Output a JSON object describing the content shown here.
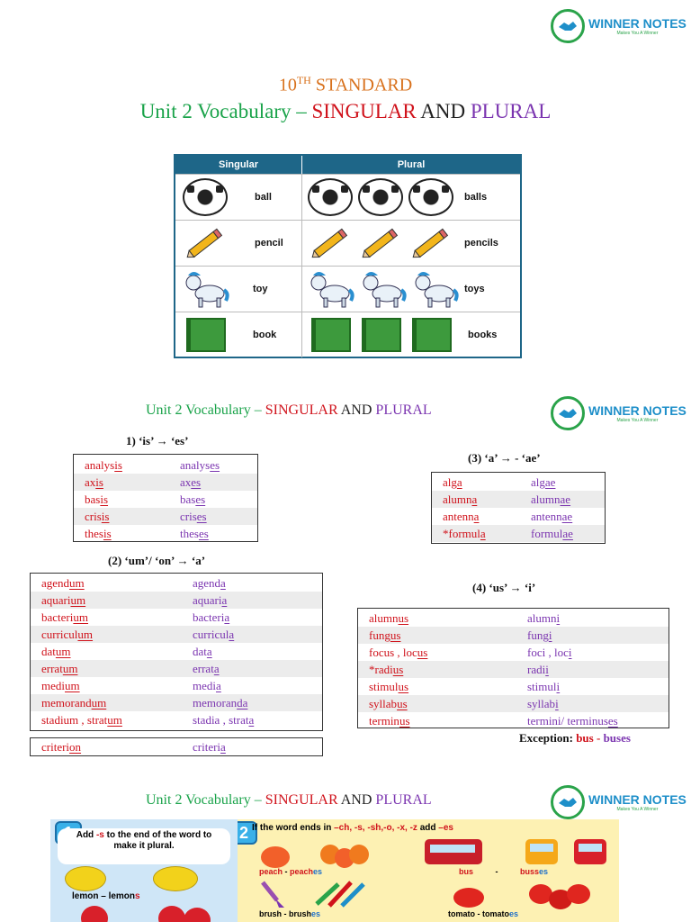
{
  "logo": {
    "title": "WINNER NOTES",
    "tagline": "Makes You A Winner"
  },
  "header": {
    "standard_num": "10",
    "standard_sup": "TH",
    "standard_rest": " STANDARD",
    "unit": "Unit 2  Vocabulary –",
    "singular": "SINGULAR",
    "and": "AND",
    "plural": "PLURAL"
  },
  "picture_table": {
    "col_singular": "Singular",
    "col_plural": "Plural",
    "rows": [
      {
        "icon": "ball-icon",
        "singular": "ball",
        "plural": "balls"
      },
      {
        "icon": "pencil-icon",
        "singular": "pencil",
        "plural": "pencils"
      },
      {
        "icon": "unicorn-toy-icon",
        "singular": "toy",
        "plural": "toys"
      },
      {
        "icon": "book-icon",
        "singular": "book",
        "plural": "books"
      }
    ]
  },
  "section2_header": {
    "unit": "Unit 2  Vocabulary –",
    "singular": "SINGULAR",
    "and": "AND",
    "plural": "PLURAL"
  },
  "rule1": {
    "title": "1)  ‘is’ → ‘es’",
    "rows": [
      {
        "s": [
          "analys",
          "is"
        ],
        "p": [
          "analys",
          "es"
        ]
      },
      {
        "s": [
          "ax",
          "is"
        ],
        "p": [
          "ax",
          "es"
        ]
      },
      {
        "s": [
          "bas",
          "is"
        ],
        "p": [
          "bas",
          "es"
        ]
      },
      {
        "s": [
          "cris",
          "is"
        ],
        "p": [
          "cris",
          "es"
        ]
      },
      {
        "s": [
          "thes",
          "is"
        ],
        "p": [
          "thes",
          "es"
        ]
      }
    ]
  },
  "rule3": {
    "title": "(3)  ‘a’ → - ‘ae’",
    "rows": [
      {
        "s": [
          "alg",
          "a"
        ],
        "p": [
          "alg",
          "ae"
        ]
      },
      {
        "s": [
          "alumn",
          "a"
        ],
        "p": [
          "alumn",
          "ae"
        ]
      },
      {
        "s": [
          "antenn",
          "a"
        ],
        "p": [
          "antenn",
          "ae"
        ]
      },
      {
        "s": [
          "*formul",
          "a"
        ],
        "p": [
          "formul",
          "ae"
        ]
      }
    ]
  },
  "rule2": {
    "title": "(2)  ‘um’/ ‘on’ → ‘a’",
    "rows": [
      {
        "s": [
          "agend",
          "um"
        ],
        "p": [
          "agend",
          "a"
        ]
      },
      {
        "s": [
          "aquari",
          "um"
        ],
        "p": [
          "aquari",
          "a"
        ]
      },
      {
        "s": [
          "bacteri",
          "um"
        ],
        "p": [
          "bacteri",
          "a"
        ]
      },
      {
        "s": [
          "curricul",
          "um"
        ],
        "p": [
          "curricul",
          "a"
        ]
      },
      {
        "s": [
          "dat",
          "um"
        ],
        "p": [
          "dat",
          "a"
        ]
      },
      {
        "s": [
          "errat",
          "um"
        ],
        "p": [
          "errat",
          "a"
        ]
      },
      {
        "s": [
          "medi",
          "um"
        ],
        "p": [
          "medi",
          "a"
        ]
      },
      {
        "s": [
          "memorand",
          "um"
        ],
        "p": [
          "memoran",
          "da"
        ]
      },
      {
        "s": [
          "stadium ,  strat",
          "um"
        ],
        "p": [
          "stadia ,  strat",
          "a"
        ]
      }
    ],
    "extra": {
      "s": [
        "criteri",
        "on"
      ],
      "p": [
        "criteri",
        "a"
      ]
    }
  },
  "rule4": {
    "title": "(4)  ‘us’ →  ‘i’",
    "rows": [
      {
        "s": [
          "alumn",
          "us"
        ],
        "p": [
          "alumn",
          "i"
        ]
      },
      {
        "s": [
          "fung",
          "us"
        ],
        "p": [
          "fung",
          "i"
        ]
      },
      {
        "s": [
          "focus , loc",
          "us"
        ],
        "p": [
          "foci , loc",
          "i"
        ]
      },
      {
        "s": [
          "*radi",
          "us"
        ],
        "p": [
          "radi",
          "i"
        ]
      },
      {
        "s": [
          "stimul",
          "us"
        ],
        "p": [
          "stimul",
          "i"
        ]
      },
      {
        "s": [
          "syllab",
          "us"
        ],
        "p": [
          "syllab",
          "i"
        ]
      },
      {
        "s": [
          "termin",
          "us"
        ],
        "p": [
          "termini/ terminus",
          "es"
        ]
      }
    ],
    "exception_label": "Exception:",
    "exception_s": "bus",
    "exception_dash": " - ",
    "exception_p": "buses"
  },
  "section3_header": {
    "unit": "Unit 2  Vocabulary –",
    "singular": "SINGULAR",
    "and": "AND",
    "plural": "PLURAL"
  },
  "card1": {
    "num": "1",
    "text_a": "Add ",
    "text_s": "-s",
    "text_b": " to the end of the word to make it plural.",
    "example_s": "lemon",
    "dash": " – ",
    "example_p_base": "lemon",
    "example_p_suffix": "s"
  },
  "card2": {
    "num": "2",
    "text_a": "If the word ends in ",
    "text_endings": "–ch, -s, -sh,-o, -x, -z",
    "text_b": " add ",
    "text_es": "–es",
    "ex1_s": "peach",
    "ex1_p_base": "peach",
    "ex1_p_suffix": "es",
    "ex2_s": "bus",
    "ex2_p_base": "buss",
    "ex2_p_suffix": "es",
    "ex3_s": "brush",
    "ex3_p_base": "brush",
    "ex3_p_suffix": "es",
    "ex4_s": "tomato",
    "ex4_p_base": "tomato",
    "ex4_p_suffix": "es",
    "dash": " - "
  }
}
